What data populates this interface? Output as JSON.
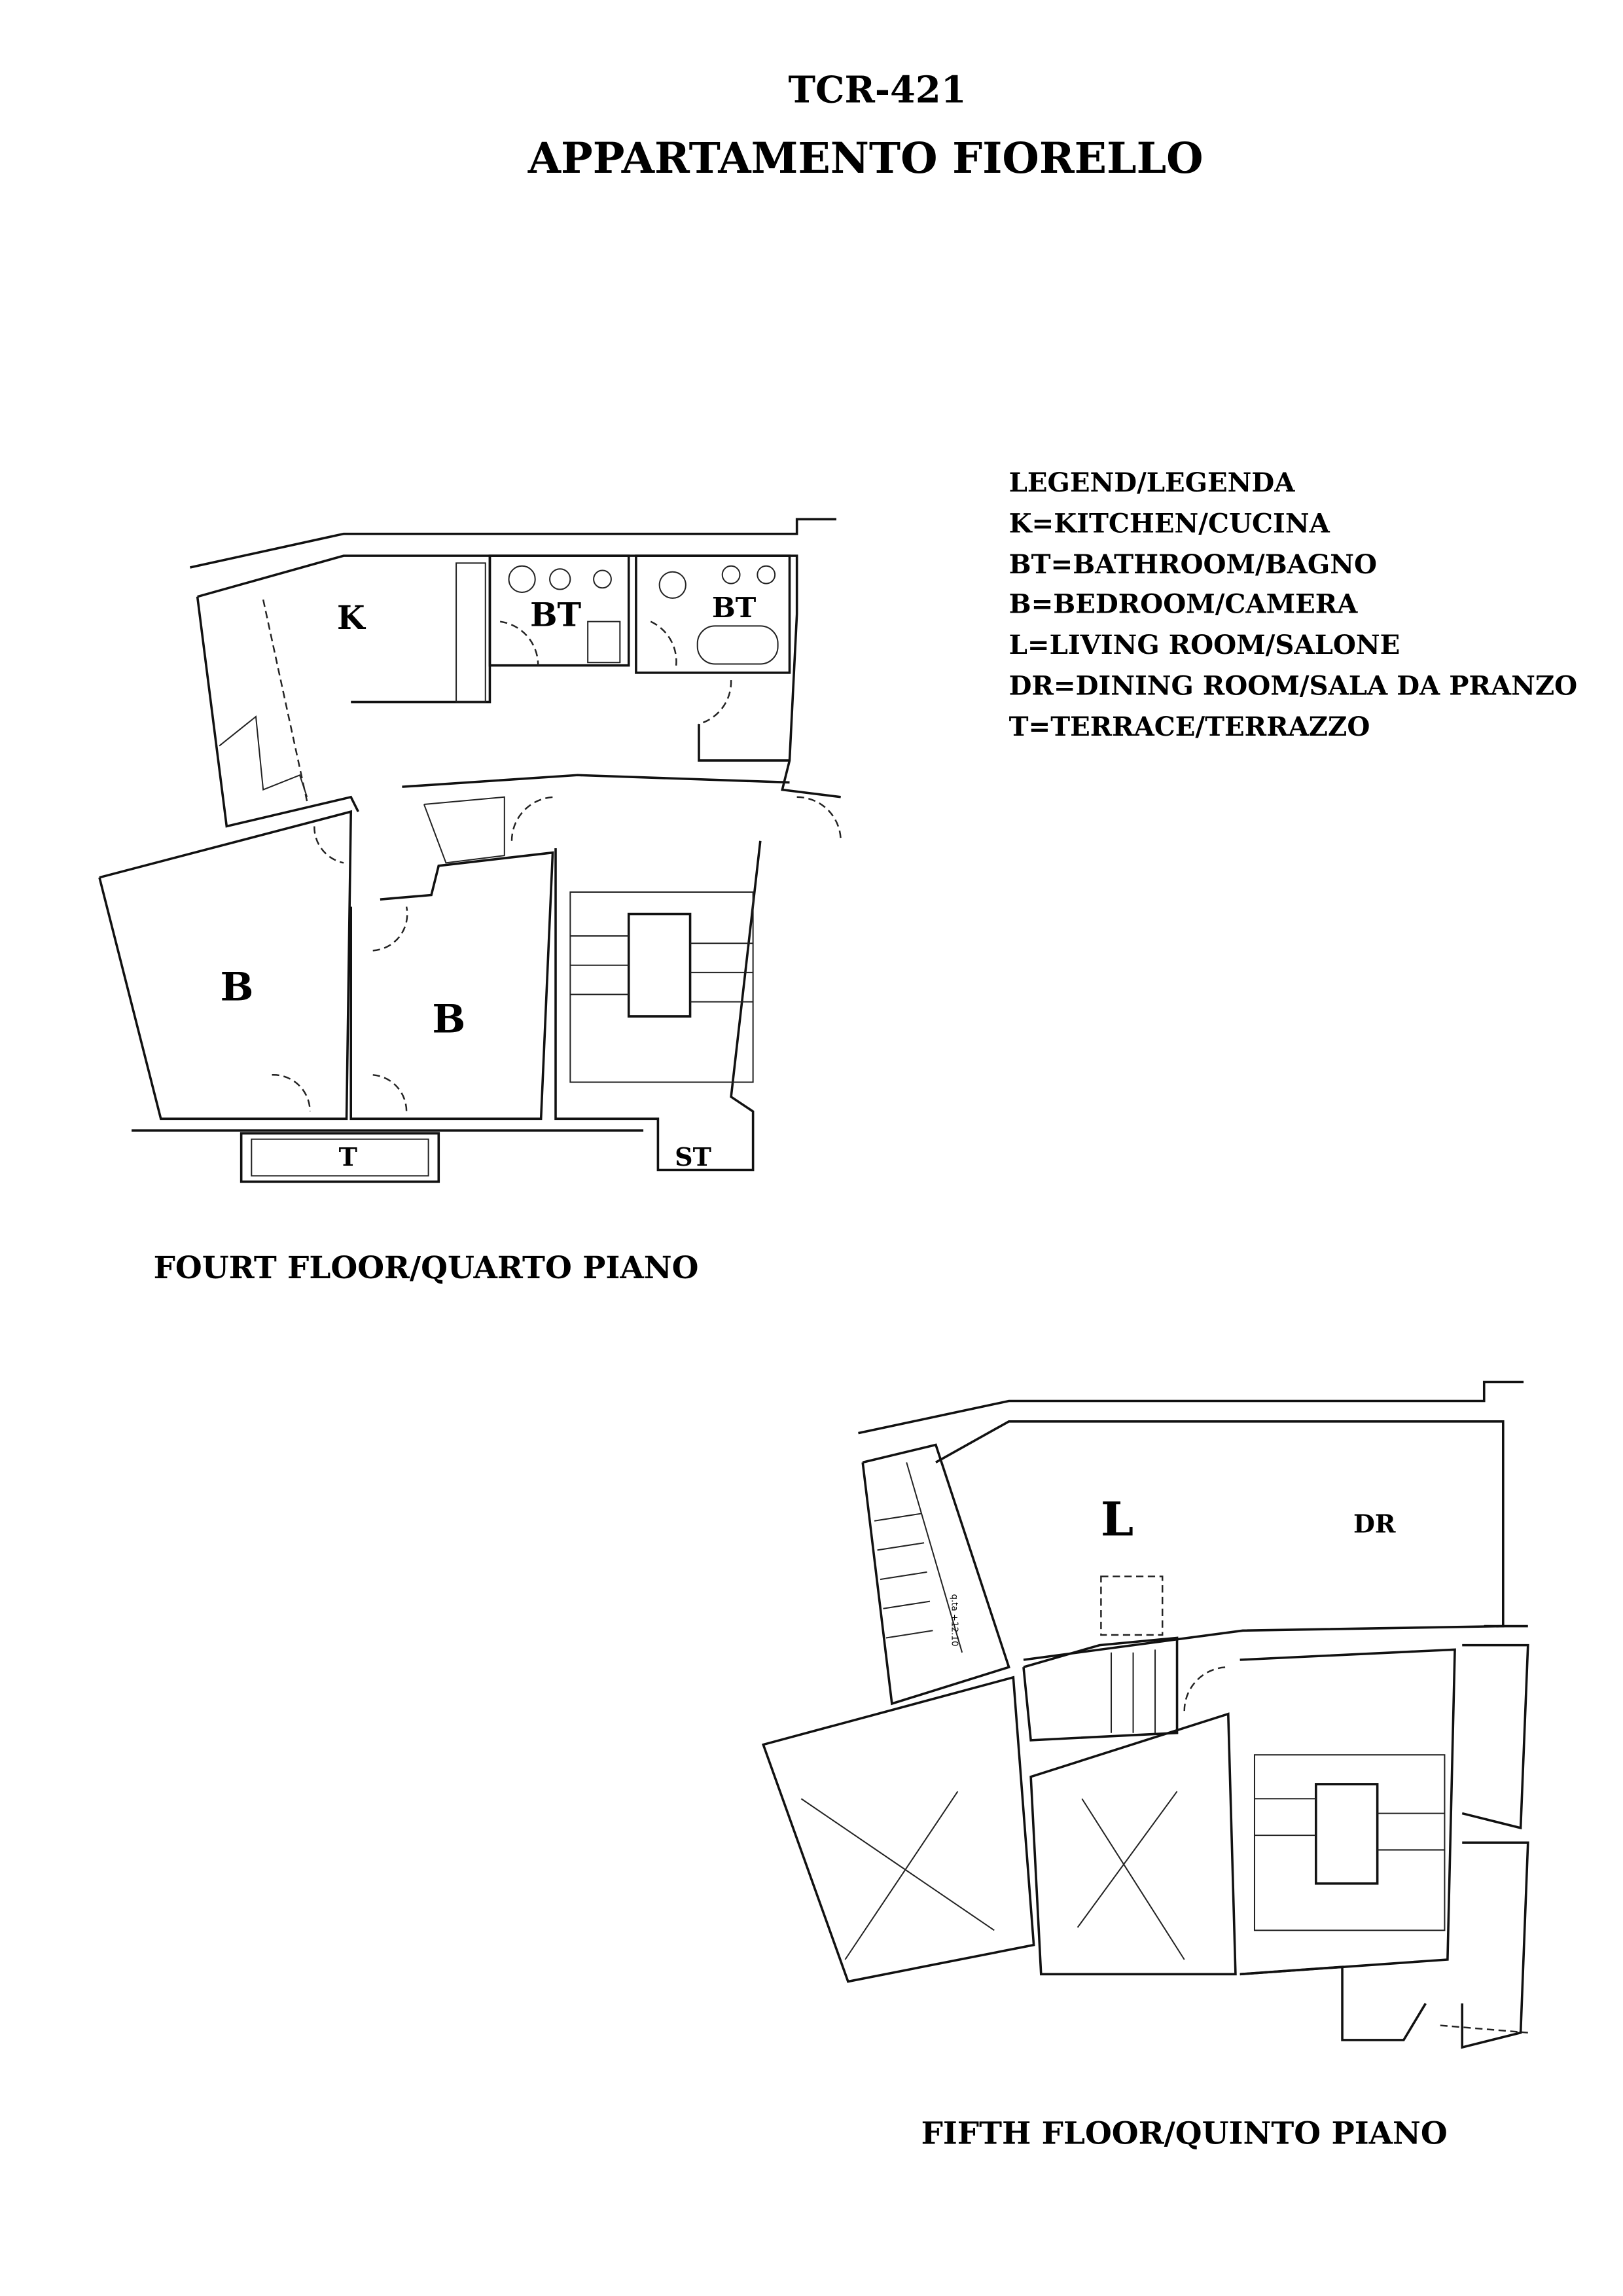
{
  "header": {
    "code": "TCR-421",
    "title": "APPARTAMENTO  FIORELLO"
  },
  "legend": {
    "heading": "LEGEND/LEGENDA",
    "items": [
      "K=KITCHEN/CUCINA",
      "BT=BATHROOM/BAGNO",
      "B=BEDROOM/CAMERA",
      "L=LIVING ROOM/SALONE",
      "DR=DINING ROOM/SALA DA PRANZO",
      "T=TERRACE/TERRAZZO"
    ]
  },
  "fourth_floor": {
    "caption": "FOURT FLOOR/QUARTO PIANO",
    "rooms": {
      "kitchen": "K",
      "bath1": "BT",
      "bath2": "BT",
      "bed1": "B",
      "bed2": "B",
      "terrace": "T",
      "storage": "ST"
    }
  },
  "fifth_floor": {
    "caption": "FIFTH FLOOR/QUINTO PIANO",
    "rooms": {
      "living": "L",
      "dining": "DR"
    },
    "level_note": "q.ta +12.10"
  }
}
